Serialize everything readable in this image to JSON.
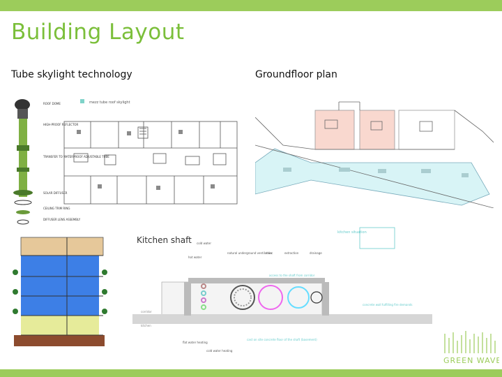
{
  "slide": {
    "title": "Building Layout",
    "left_caption": "Tube skylight technology",
    "right_caption": "Groundfloor plan"
  },
  "tube_skylight": {
    "labels": [
      "ROOF DOME",
      "HIGH-PROOF REFLECTOR",
      "TRANSFER TO WATERPROOF ADJUSTABLE TUBE",
      "SOLAR DIFFUSER",
      "CEILING TRIM RING",
      "DIFFUSER LENS ASSEMBLY"
    ],
    "legend": "mezz tube roof skylight"
  },
  "kitchen_shaft": {
    "title": "Kitchen shaft",
    "top_labels": [
      "cold water",
      "natural underground ventilation",
      "misc",
      "extraction",
      "drainage"
    ],
    "side_labels": [
      "hot water",
      "corridor",
      "kitchen"
    ],
    "bottom_labels": [
      "flat water heating",
      "cold water heating",
      "cast on site concrete floor of the shaft (basement)"
    ],
    "right_labels": [
      "kitchen situation",
      "concrete wall fulfilling fire demands"
    ],
    "top_note": "access to the shaft from corridor"
  },
  "logo": {
    "text": "GREEN WAVE"
  },
  "colors": {
    "accent": "#9ccc5b",
    "title": "#7bbf3a",
    "corridor": "#d8f4f6",
    "room_pink": "#f9d8cf",
    "section_blue": "#3d7fe6",
    "section_yellow": "#e6eb9a"
  }
}
